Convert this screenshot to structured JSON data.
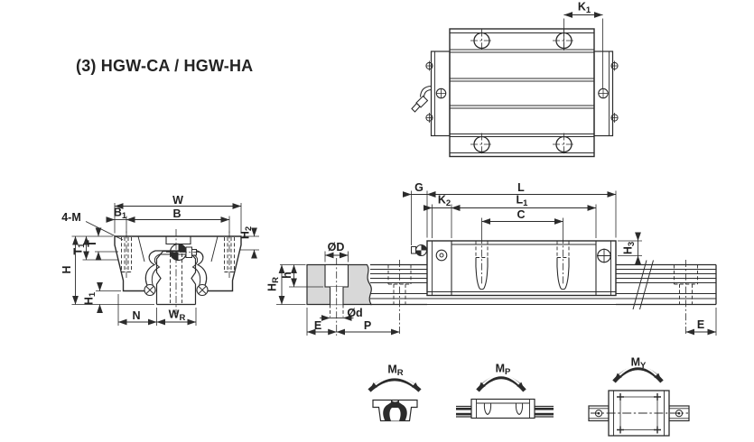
{
  "title": "(3) HGW-CA / HGW-HA",
  "colors": {
    "line": "#2b2b2b",
    "rail_section_fill": "#d8d8d8",
    "background": "#ffffff"
  },
  "views": {
    "top": {
      "name": "carriage-top-view",
      "dims": {
        "k1": {
          "base": "K",
          "sub": "1"
        }
      }
    },
    "front": {
      "name": "carriage-front-cross-section",
      "dims": {
        "w": {
          "base": "W"
        },
        "b1": {
          "base": "B",
          "sub": "1"
        },
        "b": {
          "base": "B"
        },
        "four_m": {
          "base": "4-M"
        },
        "h2": {
          "base": "H",
          "sub": "2"
        },
        "t": {
          "base": "T"
        },
        "t1": {
          "base": "T",
          "sub": "1"
        },
        "h": {
          "base": "H"
        },
        "h1": {
          "base": "H",
          "sub": "1"
        },
        "n": {
          "base": "N"
        },
        "wr": {
          "base": "W",
          "sub": "R"
        }
      }
    },
    "side": {
      "name": "carriage-rail-side-view",
      "dims": {
        "g": {
          "base": "G"
        },
        "k2": {
          "base": "K",
          "sub": "2"
        },
        "l": {
          "base": "L"
        },
        "l1": {
          "base": "L",
          "sub": "1"
        },
        "c": {
          "base": "C"
        },
        "h3": {
          "base": "H",
          "sub": "3"
        },
        "od_counterbore": {
          "base": "ØD"
        },
        "od_bolt": {
          "base": "Ød"
        },
        "h_depth": {
          "base": "h"
        },
        "hr": {
          "base": "H",
          "sub": "R"
        },
        "e_section": {
          "base": "E"
        },
        "p": {
          "base": "P"
        },
        "e_rail_end": {
          "base": "E"
        }
      }
    }
  },
  "moment_diagrams": [
    {
      "id": "roll",
      "label": {
        "base": "M",
        "sub": "R"
      }
    },
    {
      "id": "pitch",
      "label": {
        "base": "M",
        "sub": "P"
      }
    },
    {
      "id": "yaw",
      "label": {
        "base": "M",
        "sub": "Y"
      }
    }
  ]
}
